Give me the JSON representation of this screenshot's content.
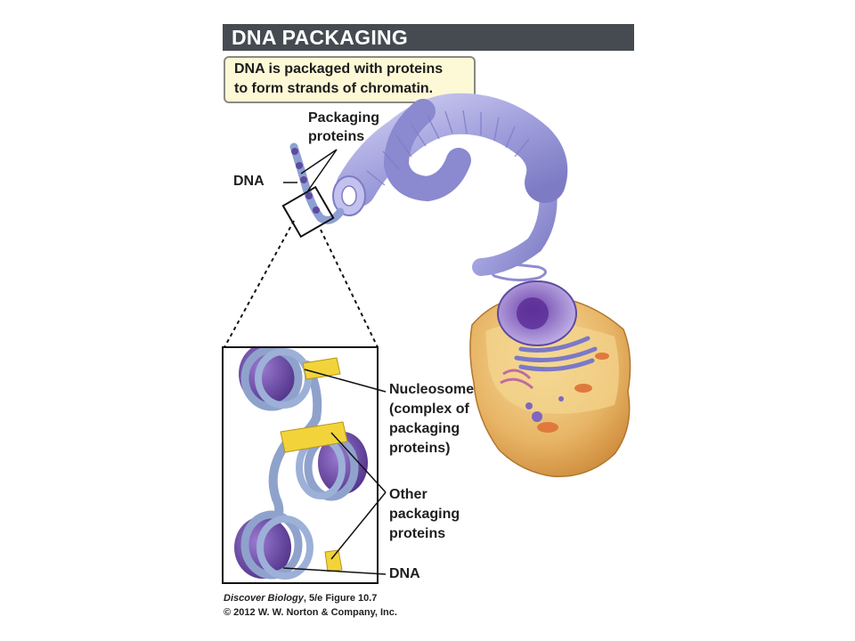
{
  "title": "DNA PACKAGING",
  "summary": {
    "line1": "DNA is packaged with proteins",
    "line2": "to form strands of chromatin."
  },
  "labels": {
    "packaging_proteins_line1": "Packaging",
    "packaging_proteins_line2": "proteins",
    "dna_upper": "DNA",
    "nucleosome_line1": "Nucleosome",
    "nucleosome_line2": "(complex of",
    "nucleosome_line3": "packaging",
    "nucleosome_line4": "proteins)",
    "other_line1": "Other",
    "other_line2": "packaging",
    "other_line3": "proteins",
    "dna_lower": "DNA"
  },
  "credit": {
    "book": "Discover Biology",
    "edition": ", 5/e  Figure 10.7",
    "copyright": "© 2012 W. W. Norton & Company, Inc."
  },
  "colors": {
    "title_bar": "#454b50",
    "summary_bg": "#fdf8d6",
    "chromatin": "#a7a6df",
    "histone": "#6a4aa3",
    "dna_strand": "#8fa2cc",
    "linker_protein": "#f2d43a",
    "cell_body": "#e2a355"
  }
}
